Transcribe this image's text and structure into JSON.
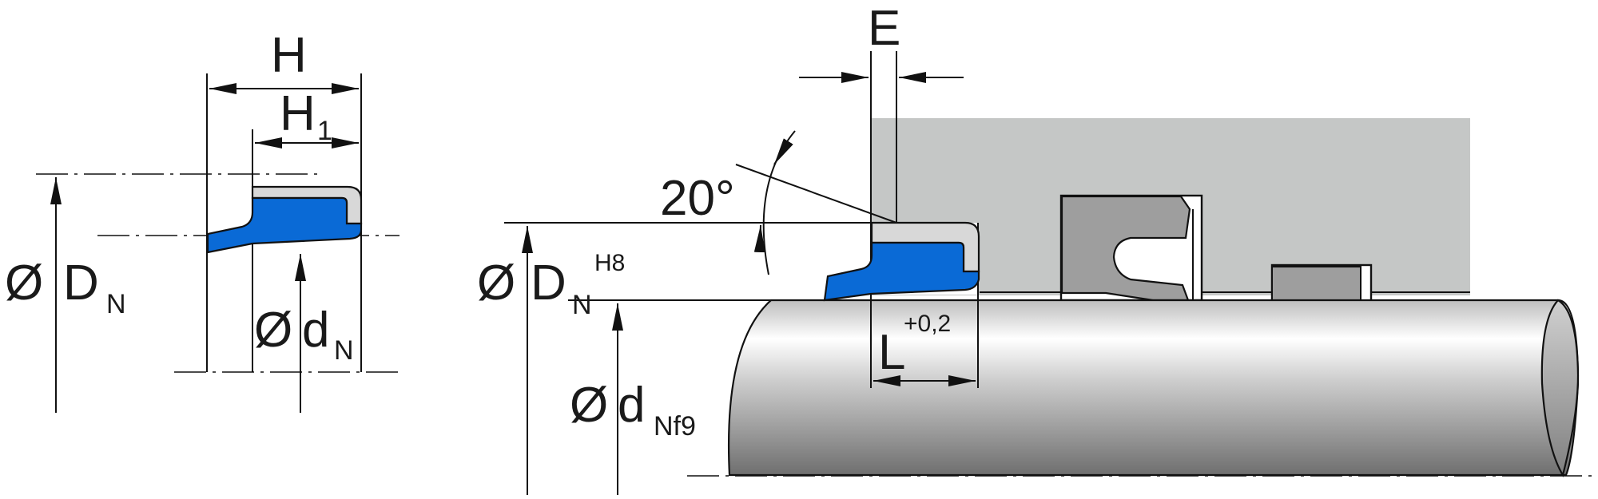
{
  "title": "Wiper seal installation drawing",
  "labels": {
    "h": "H",
    "h1_main": "H",
    "h1_sub": "1",
    "dn_left_symbol": "Ø",
    "dn_left_main": "D",
    "dn_left_sub": "N",
    "dn_small_symbol": "Ø",
    "dn_small_main": "d",
    "dn_small_sub": "N",
    "e": "E",
    "angle": "20°",
    "dn_right_symbol": "Ø",
    "dn_right_main": "D",
    "dn_right_sub": "N",
    "dn_right_tol": "H8",
    "rod_symbol": "Ø",
    "rod_main": "d",
    "rod_sub": "Nf9",
    "l_main": "L",
    "l_tol": "+0,2"
  },
  "colors": {
    "seal_blue": "#0a6ad6",
    "insert_gray": "#d8d8d8",
    "housing_gray": "#c5c7c6",
    "seal_dark_gray": "#9e9e9e",
    "line": "#111111"
  }
}
